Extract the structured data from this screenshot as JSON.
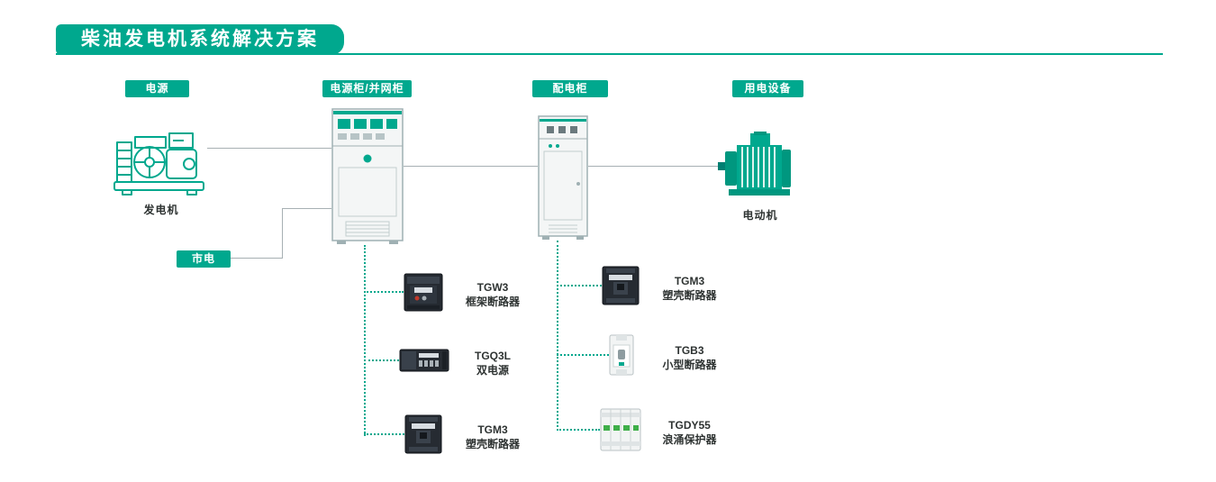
{
  "title": "柴油发电机系统解决方案",
  "colors": {
    "accent": "#00a88e"
  },
  "nodes": {
    "power_source_badge": "电源",
    "power_cabinet_badge": "电源柜/并网柜",
    "distribution_cabinet_badge": "配电柜",
    "load_badge": "用电设备",
    "mains_badge": "市电",
    "generator_label": "发电机",
    "motor_label": "电动机"
  },
  "power_cabinet_components": [
    {
      "model": "TGW3",
      "name": "框架断路器"
    },
    {
      "model": "TGQ3L",
      "name": "双电源"
    },
    {
      "model": "TGM3",
      "name": "塑壳断路器"
    }
  ],
  "distribution_cabinet_components": [
    {
      "model": "TGM3",
      "name": "塑壳断路器"
    },
    {
      "model": "TGB3",
      "name": "小型断路器"
    },
    {
      "model": "TGDY55",
      "name": "浪涌保护器"
    }
  ]
}
